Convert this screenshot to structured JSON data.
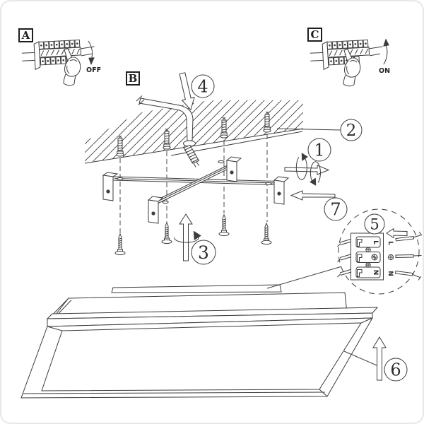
{
  "colors": {
    "ink": "#3c3c3c",
    "background": "#ffffff"
  },
  "insets": {
    "a": {
      "label": "A",
      "state": "OFF"
    },
    "b": {
      "label": "B"
    },
    "c": {
      "label": "C",
      "state": "ON"
    }
  },
  "steps": [
    "1",
    "2",
    "3",
    "4",
    "5",
    "6",
    "7"
  ],
  "terminal_detail": {
    "block_labels": {
      "live": "L",
      "neutral": "N"
    },
    "wire_labels": {
      "live": "L",
      "neutral": "N"
    },
    "earth_icon": "circle-cross-earth"
  },
  "icons": {
    "hand": "pointing-hand",
    "earth": "circle-cross-earth",
    "twist": "ellipse-rotation-arrow",
    "anchor": "wall-plug",
    "screw": "mounting-screw"
  }
}
